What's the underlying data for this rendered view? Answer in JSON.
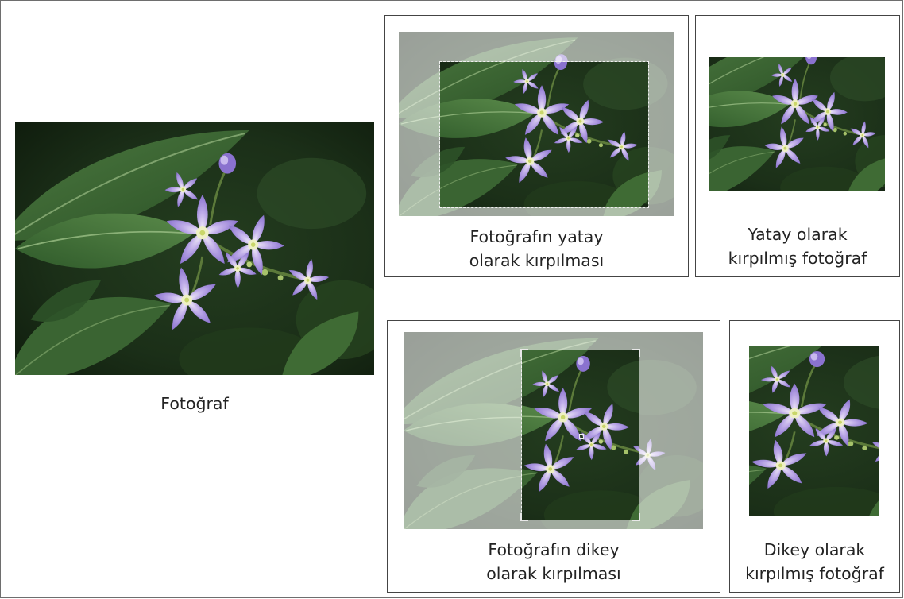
{
  "figure": {
    "original_caption": "Fotoğraf",
    "horizontal_crop_caption": "Fotoğrafın yatay\nolarak kırpılması",
    "horizontal_result_caption": "Yatay olarak\nkırpılmış fotoğraf",
    "vertical_crop_caption": "Fotoğrafın dikey\nolarak kırpılması",
    "vertical_result_caption": "Dikey  olarak\nkırpılmış fotoğraf"
  },
  "colors": {
    "background": "#ffffff",
    "border": "#444444",
    "leaf_dark": "#1f3d1c",
    "leaf_light": "#3f6b34",
    "petal": "#9a86d8",
    "petal_light": "#d9cdef",
    "center": "#e8e8a0"
  }
}
